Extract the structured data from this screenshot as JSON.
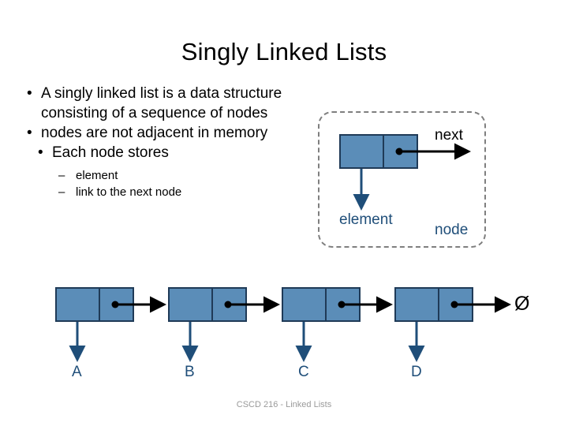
{
  "slide": {
    "title": "Singly Linked Lists",
    "footer": "CSCD 216 - Linked Lists",
    "bullets": [
      {
        "text": "A singly linked list is a data structure consisting of a sequence of nodes",
        "level": 1
      },
      {
        "text": "nodes are not adjacent in memory",
        "level": 1
      },
      {
        "text": "Each node stores",
        "level": 2
      }
    ],
    "subbullets": [
      {
        "text": "element"
      },
      {
        "text": "link to the next node"
      }
    ],
    "diagram": {
      "callout_labels": {
        "next": "next",
        "element": "element",
        "node": "node"
      },
      "node_labels": [
        "A",
        "B",
        "C",
        "D"
      ],
      "null_symbol": "Ø"
    },
    "colors": {
      "node_fill": "#5b8db8",
      "node_border": "#1f3a57",
      "arrow": "#1f4e79",
      "callout_border": "#7f7f7f",
      "label_blue": "#1f4e79",
      "footer": "#9a9a9a"
    }
  }
}
